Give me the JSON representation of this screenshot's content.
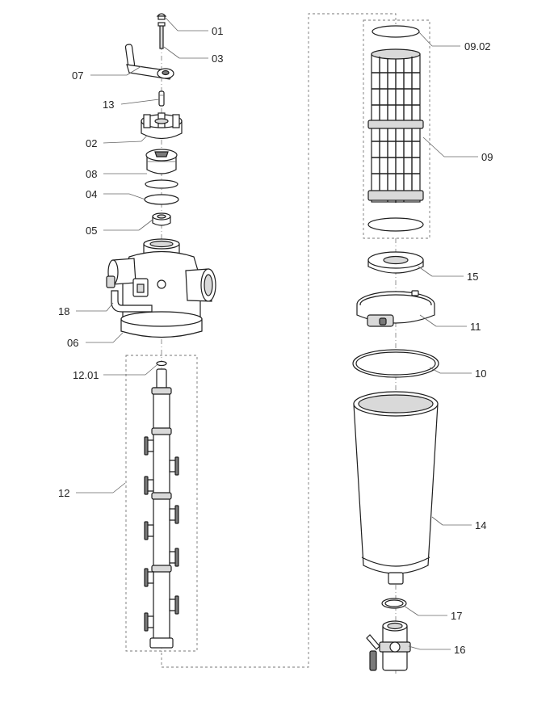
{
  "callouts": {
    "c01": "01",
    "c03": "03",
    "c07": "07",
    "c13": "13",
    "c02": "02",
    "c08": "08",
    "c04": "04",
    "c05": "05",
    "c18": "18",
    "c06": "06",
    "c1201": "12.01",
    "c12": "12",
    "c0902": "09.02",
    "c09": "09",
    "c15": "15",
    "c11": "11",
    "c10": "10",
    "c14": "14",
    "c17": "17",
    "c16": "16"
  }
}
